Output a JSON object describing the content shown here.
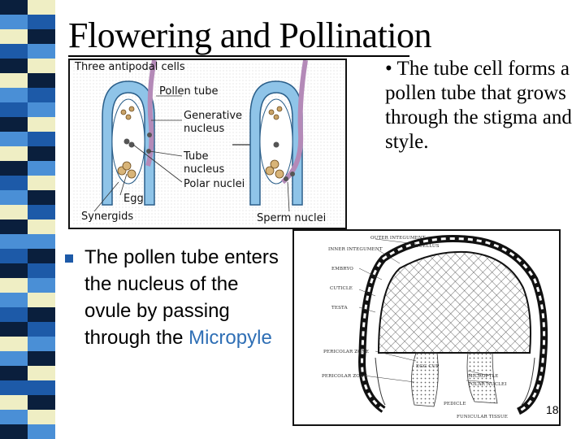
{
  "slide": {
    "title": "Flowering and Pollination",
    "page_number": "18"
  },
  "colors": {
    "stripe_dark": "#0a1f3d",
    "stripe_blue": "#1d5aa8",
    "stripe_sky": "#4a8fd6",
    "stripe_cream": "#efeec4",
    "link_blue": "#2f6fb5"
  },
  "right_bullet": {
    "text": "• The tube cell forms a pollen tube that grows through the stigma and style."
  },
  "left_bullet": {
    "text_before": "The pollen tube enters the nucleus of the ovule by passing through the",
    "term": "Micropyle"
  },
  "figure_pollen_tube": {
    "labels": {
      "antipodal": "Three antipodal cells",
      "pollen_tube": "Pollen tube",
      "generative_1": "Generative",
      "generative_2": "nucleus",
      "tube_1": "Tube",
      "tube_2": "nucleus",
      "polar": "Polar nuclei",
      "egg": "Egg",
      "synergids": "Synergids",
      "sperm": "Sperm nuclei"
    }
  },
  "figure_ovule_section": {
    "labels": {
      "outer_integument": "OUTER INTEGUMENT",
      "inner_integument": "INNER INTEGUMENT",
      "nucellus": "NUCELLUS",
      "embryo": "EMBRYO",
      "cuticle": "CUTICLE",
      "testa": "TESTA",
      "pericolar_zone": "PERICOLAR ZONE",
      "pericolar_zone_2": "PERICOLAR ZONE",
      "egg_cup": "EGG CUP",
      "micropyle": "MICROPYLE",
      "polar_nuclei": "POLAR NUCLEI",
      "pedicle": "PEDICLE",
      "funicular_tissue": "FUNICULAR TISSUE"
    }
  }
}
